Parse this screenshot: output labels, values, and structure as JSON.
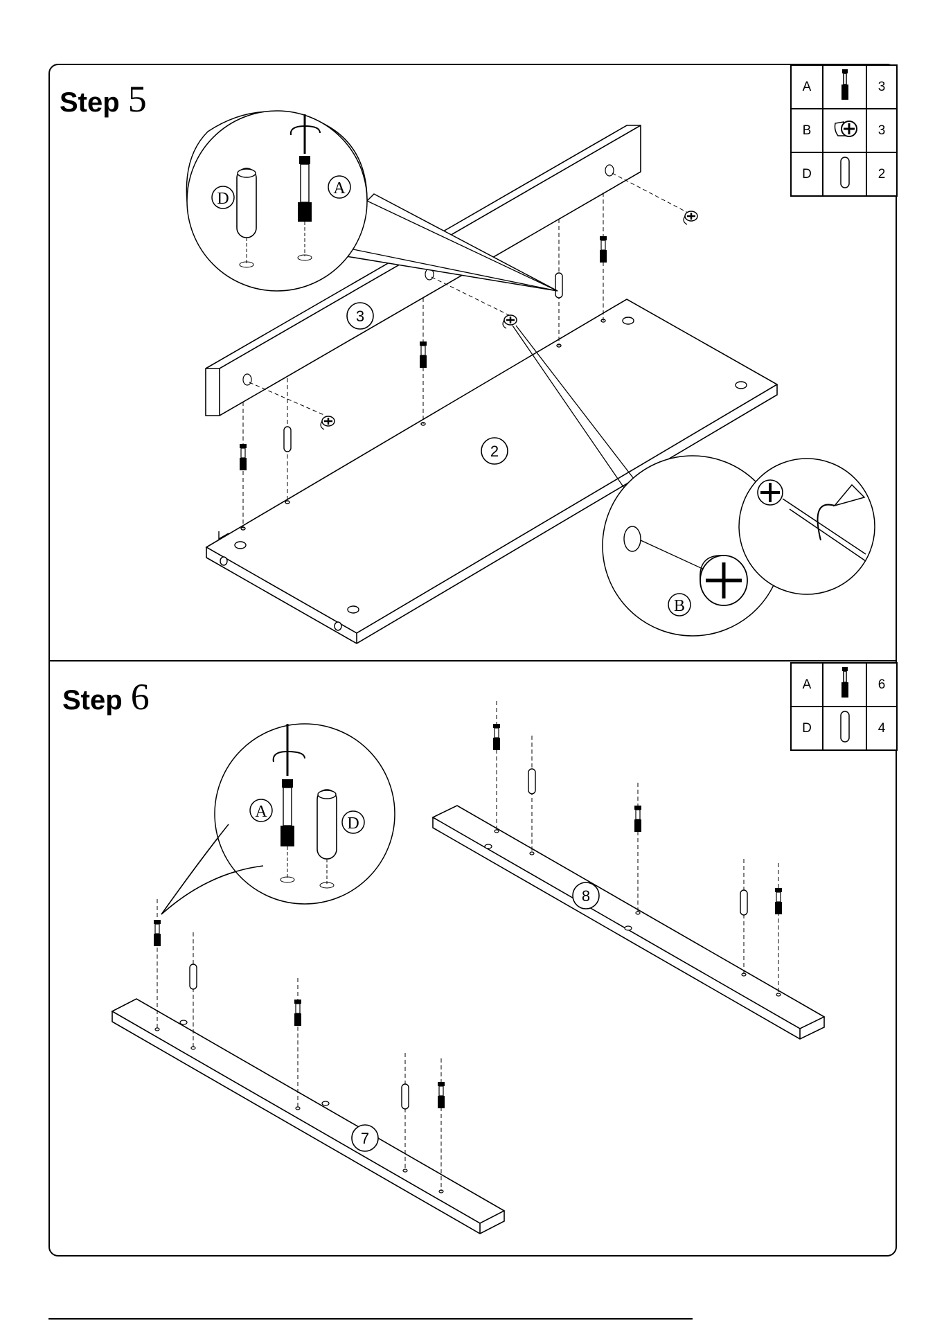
{
  "step5": {
    "label": "Step",
    "number": "5",
    "parts": [
      {
        "letter": "A",
        "icon": "cam-bolt-icon",
        "qty": "3"
      },
      {
        "letter": "B",
        "icon": "cam-lock-icon",
        "qty": "3"
      },
      {
        "letter": "D",
        "icon": "wood-dowel-icon",
        "qty": "2"
      }
    ],
    "panel_numbers": [
      "3",
      "2"
    ],
    "callouts": [
      "D",
      "A",
      "B"
    ]
  },
  "step6": {
    "label": "Step",
    "number": "6",
    "parts": [
      {
        "letter": "A",
        "icon": "cam-bolt-icon",
        "qty": "6"
      },
      {
        "letter": "D",
        "icon": "wood-dowel-icon",
        "qty": "4"
      }
    ],
    "panel_numbers": [
      "8",
      "7"
    ],
    "callouts": [
      "A",
      "D"
    ]
  }
}
